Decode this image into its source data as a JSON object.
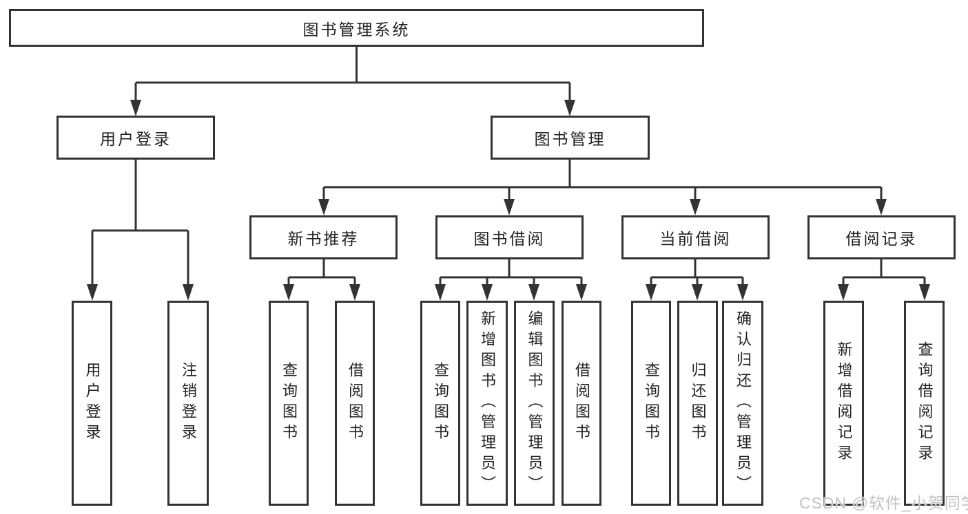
{
  "diagram": {
    "root": "图书管理系统",
    "user_branch": {
      "label": "用户登录",
      "children": [
        "用户登录",
        "注销登录"
      ]
    },
    "mgmt_branch": {
      "label": "图书管理",
      "groups": [
        {
          "label": "新书推荐",
          "children": [
            "查询图书",
            "借阅图书"
          ]
        },
        {
          "label": "图书借阅",
          "children": [
            "查询图书",
            "新增图书（管理员）",
            "编辑图书（管理员）",
            "借阅图书"
          ]
        },
        {
          "label": "当前借阅",
          "children": [
            "查询图书",
            "归还图书",
            "确认归还（管理员）"
          ]
        },
        {
          "label": "借阅记录",
          "children": [
            "新增借阅记录",
            "查询借阅记录"
          ]
        }
      ]
    },
    "watermark": "CSDN @软件_小贺同学",
    "colors": {
      "line": "#333333",
      "text": "#222222",
      "watermark": "#c0c0c0",
      "background": "#ffffff"
    }
  }
}
